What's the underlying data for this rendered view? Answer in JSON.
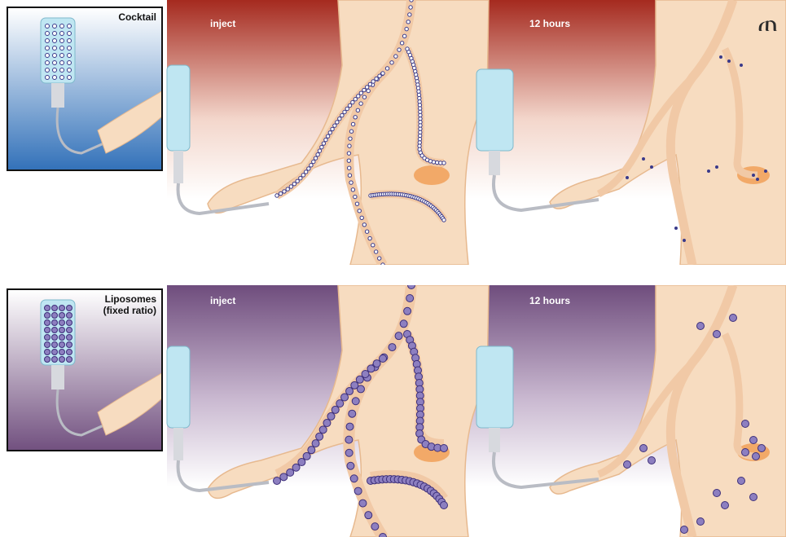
{
  "top": {
    "inset_title": "Cocktail",
    "stage1_label": "inject",
    "stage2_label": "12 hours",
    "gradient": [
      "#a52a1f",
      "#f3d6cb",
      "#ffffff"
    ],
    "particle_color": "#3a3a8a"
  },
  "bottom": {
    "inset_title": "Liposomes\n(fixed ratio)",
    "stage1_label": "inject",
    "stage2_label": "12 hours",
    "gradient": [
      "#6f4d7d",
      "#c9b8d0",
      "#ffffff"
    ],
    "particle_color": "#3d2f7a"
  },
  "colors": {
    "skin": "#f7dcc0",
    "skin_line": "#e7b98f",
    "vessel": "#f1c9a6",
    "organ": "#f2a968",
    "iv_bag": "#bfe6f2",
    "tube": "#b9bcc4",
    "inset_top": "#2f6fb8",
    "inset_bottom": "#6f4d7d"
  },
  "icons": [
    "iv-bag-icon",
    "logo-mark-icon"
  ]
}
